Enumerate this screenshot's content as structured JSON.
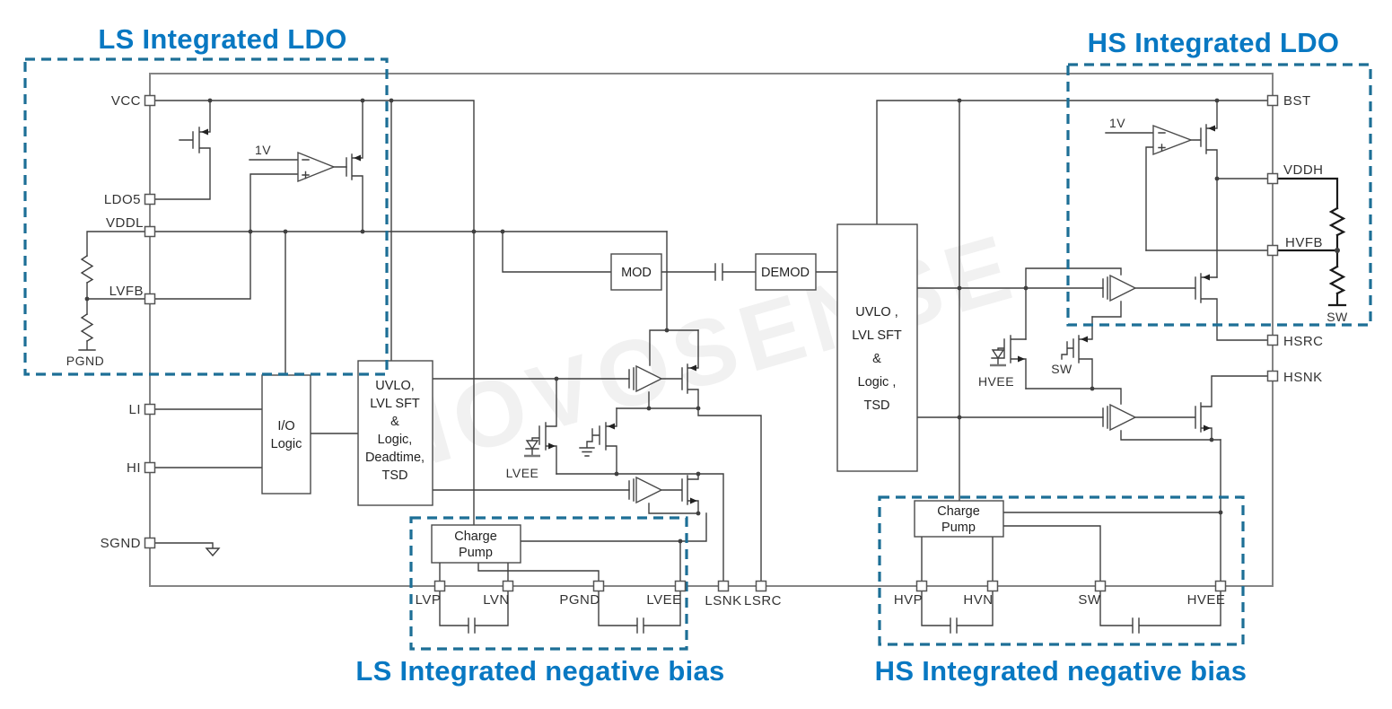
{
  "titles": {
    "ls_ldo": "LS Integrated LDO",
    "hs_ldo": "HS Integrated LDO",
    "ls_bias": "LS Integrated negative bias",
    "hs_bias": "HS Integrated negative bias"
  },
  "watermark": "NOVOSENSE",
  "pins": {
    "left": [
      "VCC",
      "LDO5",
      "VDDL",
      "LVFB",
      "LI",
      "HI",
      "SGND"
    ],
    "right": [
      "BST",
      "VDDH",
      "HVFB",
      "HSRC",
      "HSNK"
    ],
    "bottom": [
      "LVP",
      "LVN",
      "PGND",
      "LVEE",
      "LSNK",
      "LSRC",
      "HVP",
      "HVN",
      "SW",
      "HVEE"
    ]
  },
  "external": {
    "pgnd": "PGND",
    "sw": "SW"
  },
  "blocks": {
    "io_logic": [
      "I/O",
      "Logic"
    ],
    "ls_ctrl": [
      "UVLO,",
      "LVL SFT",
      "&",
      "Logic,",
      "Deadtime,",
      "TSD"
    ],
    "hs_ctrl": [
      "UVLO ,",
      "LVL SFT",
      "&",
      "Logic ,",
      "TSD"
    ],
    "mod": "MOD",
    "demod": "DEMOD",
    "ls_cp": [
      "Charge",
      "Pump"
    ],
    "hs_cp": [
      "Charge",
      "Pump"
    ]
  },
  "labels": {
    "ls_ref": "1V",
    "hs_ref": "1V",
    "lvee": "LVEE",
    "hvee": "HVEE",
    "sw_gate": "SW"
  },
  "colors": {
    "title": "#0878c2",
    "dashed": "#1d6f96",
    "outline": "#858585",
    "wire": "#3f3f3f"
  }
}
